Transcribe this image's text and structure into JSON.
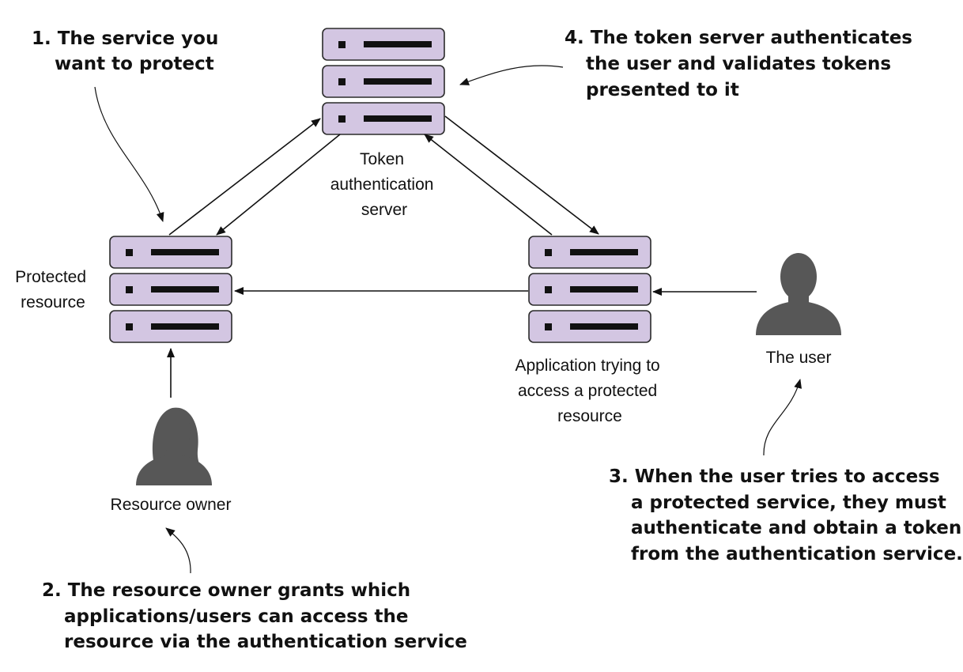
{
  "nodes": {
    "token_server": {
      "label_lines": [
        "Token",
        "authentication",
        "server"
      ]
    },
    "protected_resource": {
      "label_lines": [
        "Protected",
        "resource"
      ]
    },
    "application": {
      "label_lines": [
        "Application trying to",
        "access a protected",
        "resource"
      ]
    },
    "user": {
      "label_lines": [
        "The user"
      ]
    },
    "resource_owner": {
      "label_lines": [
        "Resource owner"
      ]
    }
  },
  "callouts": {
    "c1": {
      "lines": [
        "1. The service you",
        "want to protect"
      ]
    },
    "c2": {
      "lines": [
        "2. The resource owner grants which",
        "applications/users can access the",
        "resource via the authentication service"
      ]
    },
    "c3": {
      "lines": [
        "3. When the user tries to access",
        "a protected service, they must",
        "authenticate and obtain a token",
        "from the authentication service."
      ]
    },
    "c4": {
      "lines": [
        "4. The token server authenticates",
        "the user and validates tokens",
        "presented to it"
      ]
    }
  },
  "colors": {
    "server_fill": "#d3c6e2",
    "silhouette": "#575757",
    "ink": "#111111"
  },
  "icons": [
    "server-stack-icon",
    "person-icon"
  ]
}
